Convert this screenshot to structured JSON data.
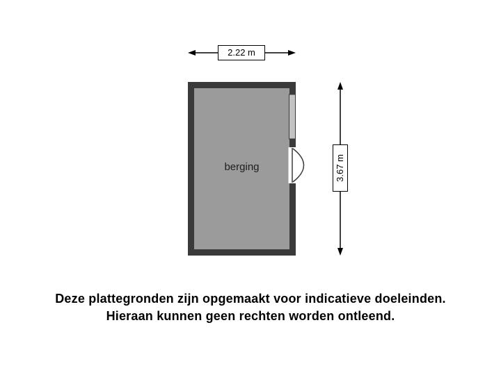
{
  "floorplan": {
    "room_label": "berging",
    "width_dimension": "2.22 m",
    "height_dimension": "3.67 m"
  },
  "disclaimer": {
    "line1": "Deze plattegronden zijn opgemaakt voor indicatieve doeleinden.",
    "line2": "Hieraan kunnen geen rechten worden ontleend."
  },
  "colors": {
    "wall": "#3a3a3a",
    "floor": "#9b9b9b",
    "window": "#c2c2c2",
    "dimension_line": "#000000",
    "background": "#ffffff"
  }
}
